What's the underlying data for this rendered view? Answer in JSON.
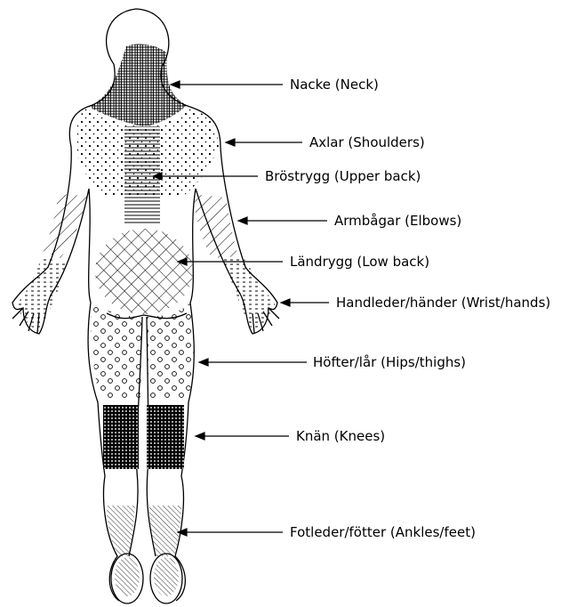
{
  "labels": {
    "neck": "Nacke (Neck)",
    "shoulders": "Axlar (Shoulders)",
    "upper_back": "Bröstrygg (Upper back)",
    "elbows": "Armbågar (Elbows)",
    "low_back": "Ländrygg (Low back)",
    "wrists": "Handleder/händer (Wrist/hands)",
    "hips": "Höfter/lår (Hips/thighs)",
    "knees": "Knän (Knees)",
    "ankles": "Fotleder/fötter (Ankles/feet)"
  },
  "colors": {
    "ink": "#000000",
    "background": "#ffffff"
  }
}
